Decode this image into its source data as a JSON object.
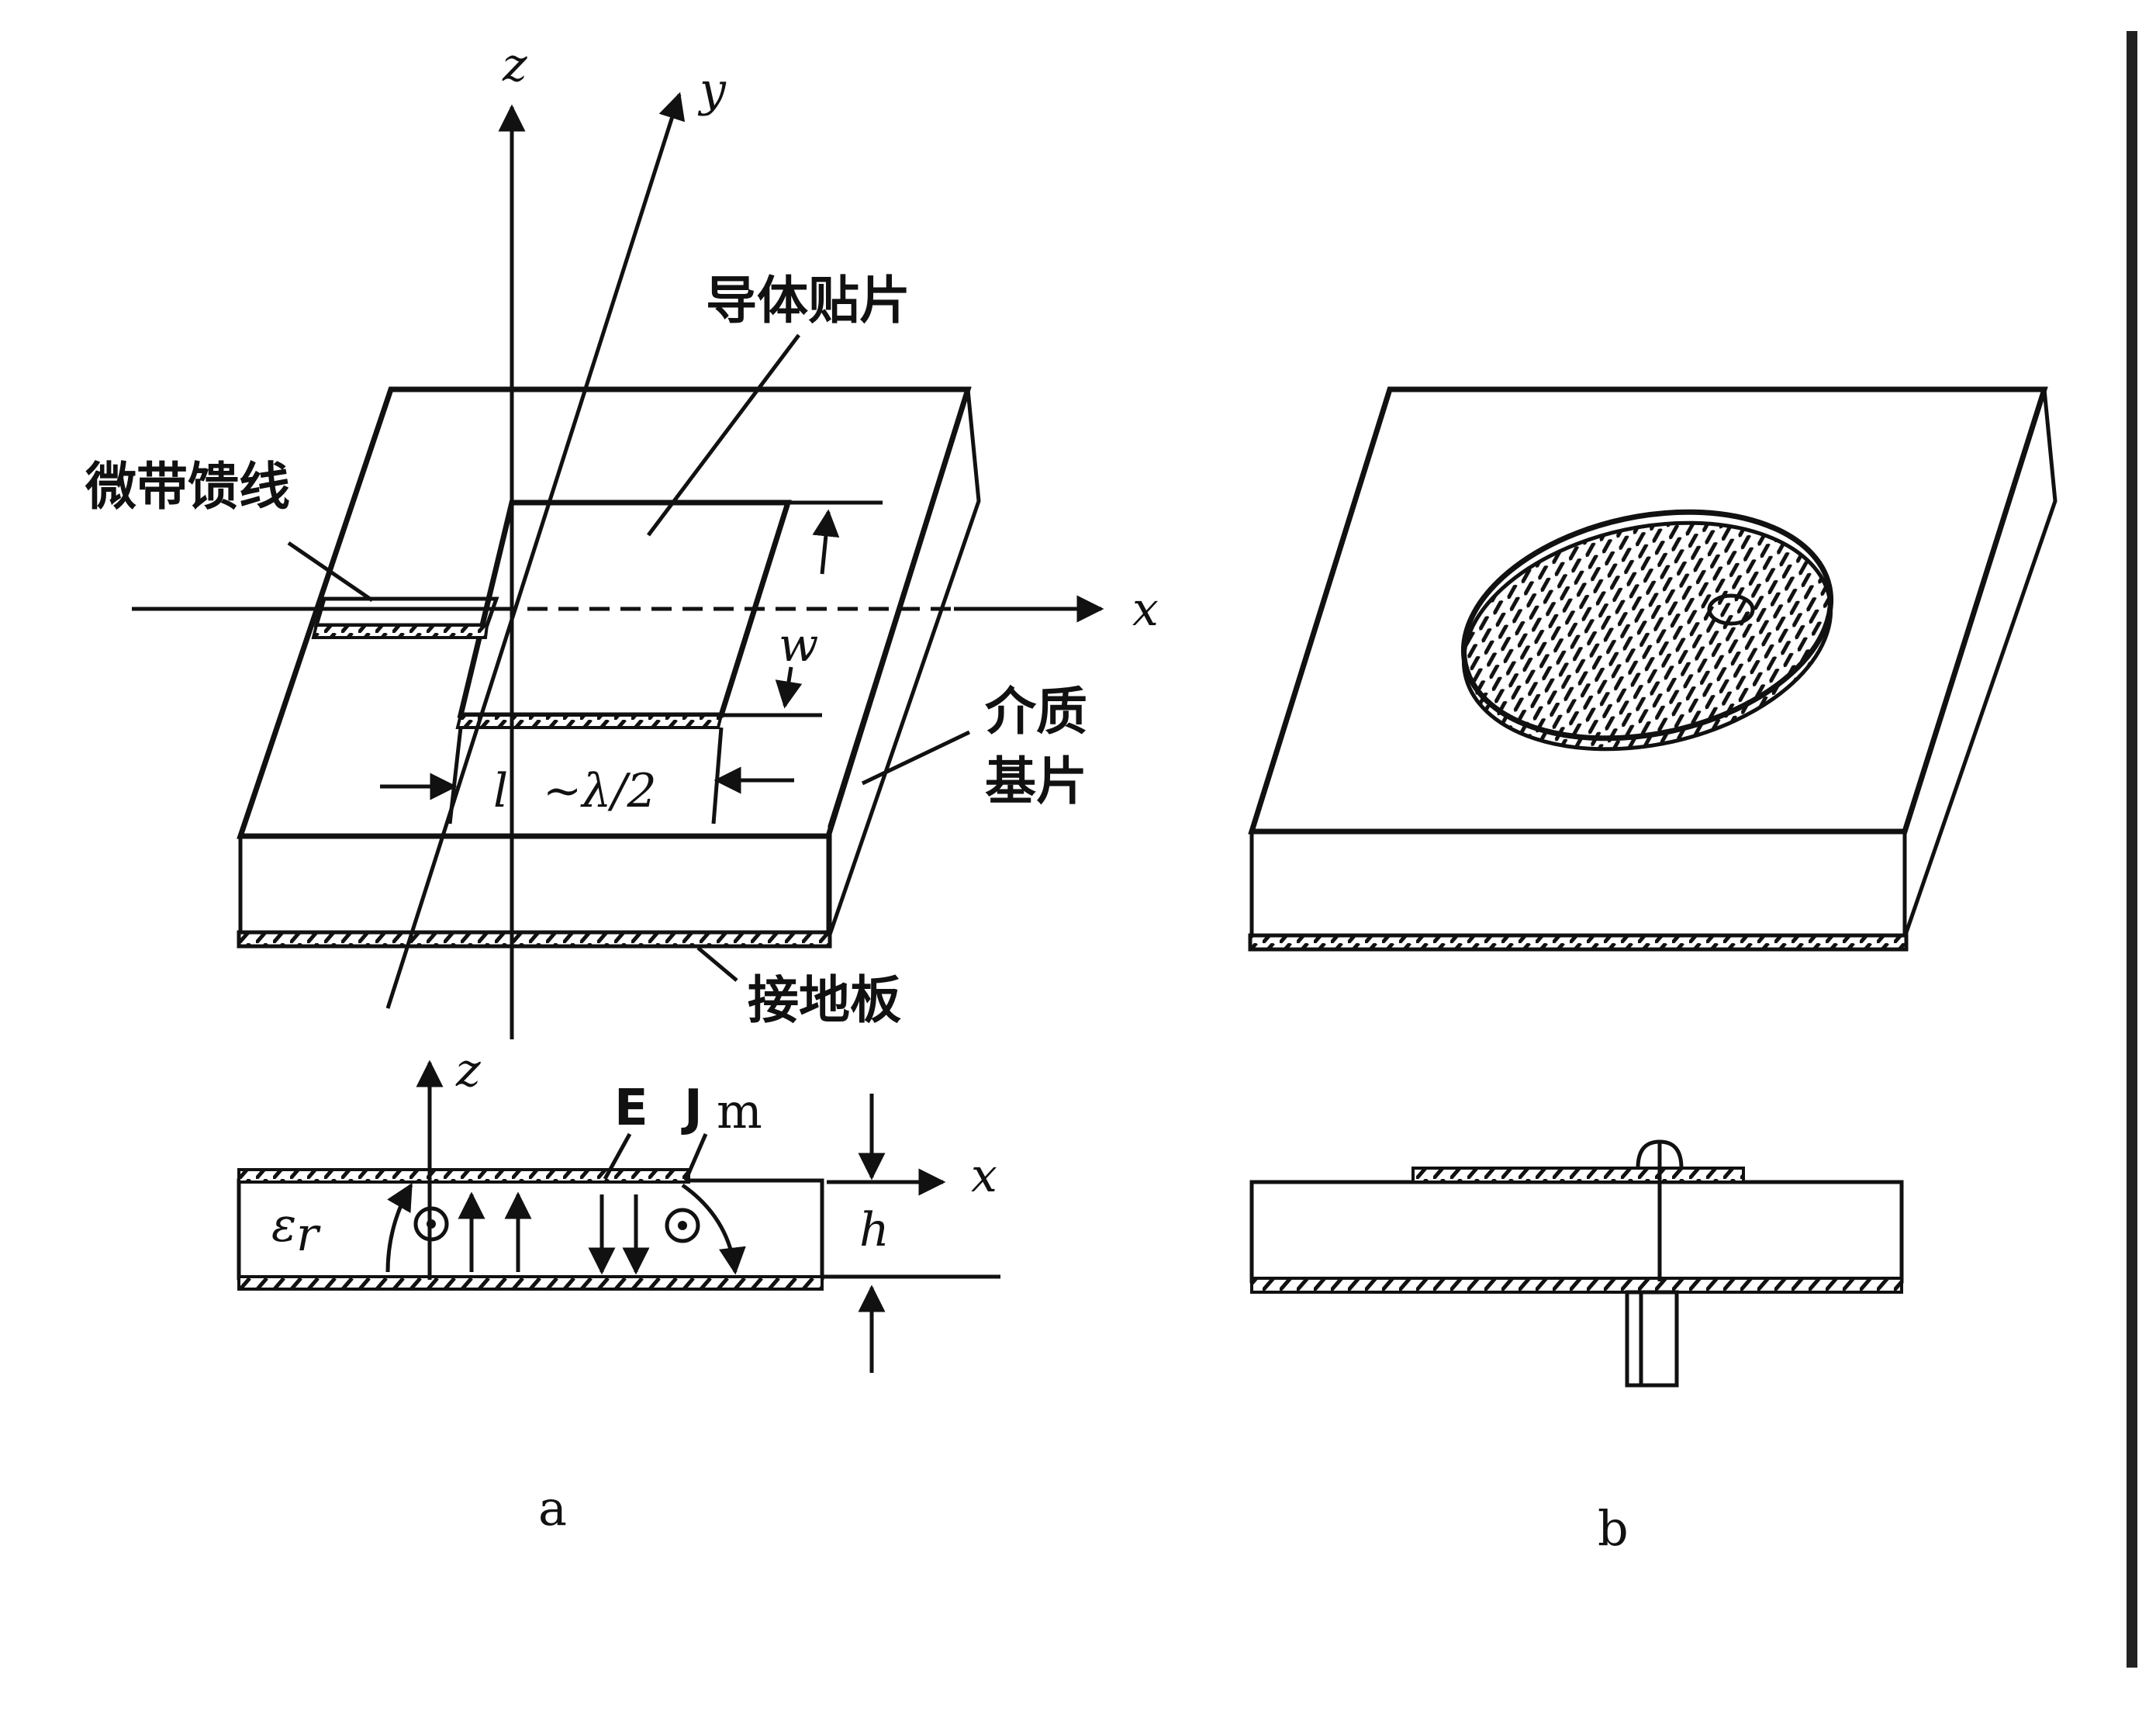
{
  "figure_a": {
    "caption": "a",
    "axis_x": "x",
    "axis_y": "y",
    "axis_z": "z",
    "label_patch": "导体贴片",
    "label_feed": "微带馈线",
    "label_substrate_1": "介质",
    "label_substrate_2": "基片",
    "label_ground": "接地板",
    "label_width": "w",
    "label_length": "l",
    "label_half_wavelength": "~λ/2",
    "section": {
      "axis_x": "x",
      "axis_z": "z",
      "label_field": "E",
      "label_current": "J",
      "label_current_sub": "m",
      "label_height": "h",
      "label_permittivity": "ε",
      "label_permittivity_sub": "r"
    }
  },
  "figure_b": {
    "caption": "b"
  },
  "colors": {
    "ink": "#111111",
    "substrate": "#f4f4f4",
    "paper": "#ffffff"
  }
}
